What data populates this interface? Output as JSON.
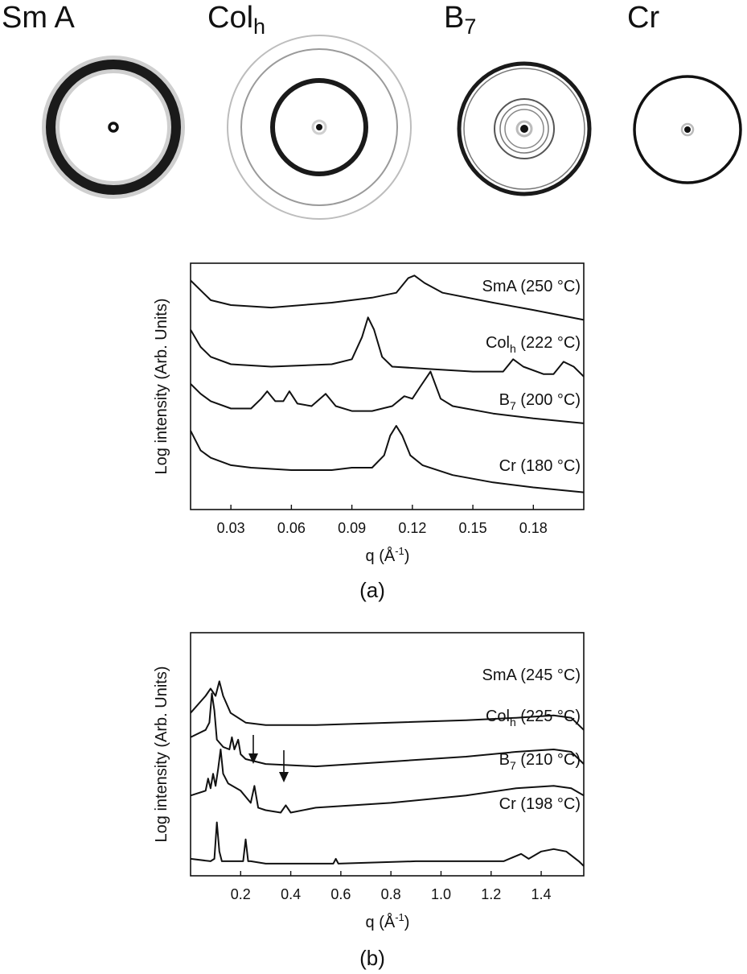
{
  "figure": {
    "patterns": [
      {
        "label": "Sm A",
        "sub": ""
      },
      {
        "label": "Col",
        "sub": "h"
      },
      {
        "label": "B",
        "sub": "7"
      },
      {
        "label": "Cr",
        "sub": ""
      }
    ]
  },
  "chart_data": [
    {
      "type": "line",
      "caption": "(a)",
      "xlabel_main": "q (Å",
      "xlabel_sup": "-1",
      "xlabel_end": ")",
      "ylabel": "Log intensity (Arb. Units)",
      "xlim": [
        0.01,
        0.205
      ],
      "ylim": [
        0,
        100
      ],
      "xticks": [
        0.03,
        0.06,
        0.09,
        0.12,
        0.15,
        0.18
      ],
      "xtick_labels": [
        "0.03",
        "0.06",
        "0.09",
        "0.12",
        "0.15",
        "0.18"
      ],
      "series": [
        {
          "name": "SmA (250 °C)",
          "name_main": "SmA",
          "name_sub": "",
          "name_end": " (250 °C)",
          "x": [
            0.01,
            0.02,
            0.03,
            0.05,
            0.08,
            0.1,
            0.112,
            0.118,
            0.121,
            0.126,
            0.135,
            0.16,
            0.18,
            0.205
          ],
          "y": [
            93,
            85,
            83,
            82,
            84,
            86,
            88,
            94,
            95,
            92,
            88,
            84,
            81,
            77
          ]
        },
        {
          "name": "Colh (222 °C)",
          "name_main": "Col",
          "name_sub": "h",
          "name_end": " (222 °C)",
          "x": [
            0.01,
            0.015,
            0.02,
            0.03,
            0.05,
            0.08,
            0.09,
            0.095,
            0.098,
            0.101,
            0.105,
            0.11,
            0.13,
            0.15,
            0.165,
            0.17,
            0.175,
            0.185,
            0.19,
            0.195,
            0.2,
            0.205
          ],
          "y": [
            73,
            66,
            62,
            59,
            58,
            59,
            61,
            70,
            78,
            73,
            62,
            58,
            57,
            56,
            56,
            61,
            58,
            55,
            55,
            60,
            58,
            54
          ]
        },
        {
          "name": "B7 (200 °C)",
          "name_main": "B",
          "name_sub": "7",
          "name_end": " (200 °C)",
          "x": [
            0.01,
            0.015,
            0.02,
            0.03,
            0.04,
            0.045,
            0.048,
            0.052,
            0.056,
            0.059,
            0.063,
            0.07,
            0.077,
            0.082,
            0.09,
            0.1,
            0.11,
            0.116,
            0.12,
            0.124,
            0.129,
            0.134,
            0.14,
            0.16,
            0.18,
            0.205
          ],
          "y": [
            51,
            47,
            44,
            41,
            41,
            45,
            48,
            44,
            44,
            48,
            43,
            42,
            47,
            42,
            40,
            40,
            42,
            46,
            45,
            50,
            56,
            45,
            42,
            39,
            37,
            35
          ]
        },
        {
          "name": "Cr (180 °C)",
          "name_main": "Cr",
          "name_sub": "",
          "name_end": " (180 °C)",
          "x": [
            0.01,
            0.015,
            0.02,
            0.03,
            0.04,
            0.06,
            0.08,
            0.09,
            0.1,
            0.106,
            0.109,
            0.112,
            0.115,
            0.119,
            0.125,
            0.14,
            0.16,
            0.18,
            0.205
          ],
          "y": [
            32,
            24,
            21,
            18,
            17,
            16,
            16,
            17,
            17,
            22,
            30,
            34,
            30,
            22,
            18,
            14,
            11,
            9,
            7
          ]
        }
      ]
    },
    {
      "type": "line",
      "caption": "(b)",
      "xlabel_main": "q (Å",
      "xlabel_sup": "-1",
      "xlabel_end": ")",
      "ylabel": "Log intensity (Arb. Units)",
      "xlim": [
        0.0,
        1.57
      ],
      "ylim": [
        0,
        100
      ],
      "xticks": [
        0.2,
        0.4,
        0.6,
        0.8,
        1.0,
        1.2,
        1.4
      ],
      "xtick_labels": [
        "0.2",
        "0.4",
        "0.6",
        "0.8",
        "1.0",
        "1.2",
        "1.4"
      ],
      "series": [
        {
          "name": "SmA (245 °C)",
          "name_main": "SmA",
          "name_sub": "",
          "name_end": " (245 °C)",
          "x": [
            0.0,
            0.06,
            0.08,
            0.1,
            0.115,
            0.13,
            0.16,
            0.22,
            0.3,
            0.5,
            0.8,
            1.1,
            1.3,
            1.45,
            1.52,
            1.57
          ],
          "y": [
            67,
            74,
            77,
            74,
            80,
            74,
            67,
            63,
            62,
            62,
            63,
            64,
            65,
            66,
            65,
            60
          ]
        },
        {
          "name": "Colh (225 °C)",
          "name_main": "Col",
          "name_sub": "h",
          "name_end": " (225 °C)",
          "x": [
            0.0,
            0.06,
            0.075,
            0.085,
            0.095,
            0.105,
            0.13,
            0.155,
            0.165,
            0.175,
            0.19,
            0.2,
            0.22,
            0.3,
            0.5,
            0.8,
            1.1,
            1.3,
            1.45,
            1.52,
            1.57
          ],
          "y": [
            57,
            60,
            63,
            75,
            68,
            56,
            53,
            52,
            57,
            52,
            56,
            50,
            48,
            46,
            45,
            47,
            49,
            51,
            52,
            51,
            46
          ]
        },
        {
          "name": "B7 (210 °C)",
          "name_main": "B",
          "name_sub": "7",
          "name_end": " (210 °C)",
          "x": [
            0.0,
            0.06,
            0.07,
            0.08,
            0.09,
            0.1,
            0.11,
            0.12,
            0.13,
            0.15,
            0.2,
            0.24,
            0.255,
            0.27,
            0.3,
            0.36,
            0.38,
            0.4,
            0.5,
            0.8,
            1.1,
            1.3,
            1.45,
            1.52,
            1.57
          ],
          "y": [
            33,
            35,
            40,
            36,
            42,
            37,
            44,
            52,
            42,
            38,
            35,
            30,
            37,
            28,
            27,
            26,
            29,
            26,
            28,
            30,
            33,
            36,
            37,
            36,
            33
          ]
        },
        {
          "name": "Cr (198 °C)",
          "name_main": "Cr",
          "name_sub": "",
          "name_end": " (198 °C)",
          "x": [
            0.0,
            0.08,
            0.095,
            0.105,
            0.115,
            0.125,
            0.15,
            0.21,
            0.22,
            0.23,
            0.24,
            0.3,
            0.57,
            0.58,
            0.59,
            0.9,
            1.0,
            1.25,
            1.32,
            1.35,
            1.4,
            1.45,
            1.5,
            1.55,
            1.57
          ],
          "y": [
            7,
            6,
            7,
            22,
            10,
            6,
            6,
            6,
            15,
            6,
            6,
            5,
            5,
            7,
            5,
            6,
            6,
            6,
            9,
            7,
            10,
            11,
            10,
            6,
            4
          ]
        }
      ]
    }
  ]
}
